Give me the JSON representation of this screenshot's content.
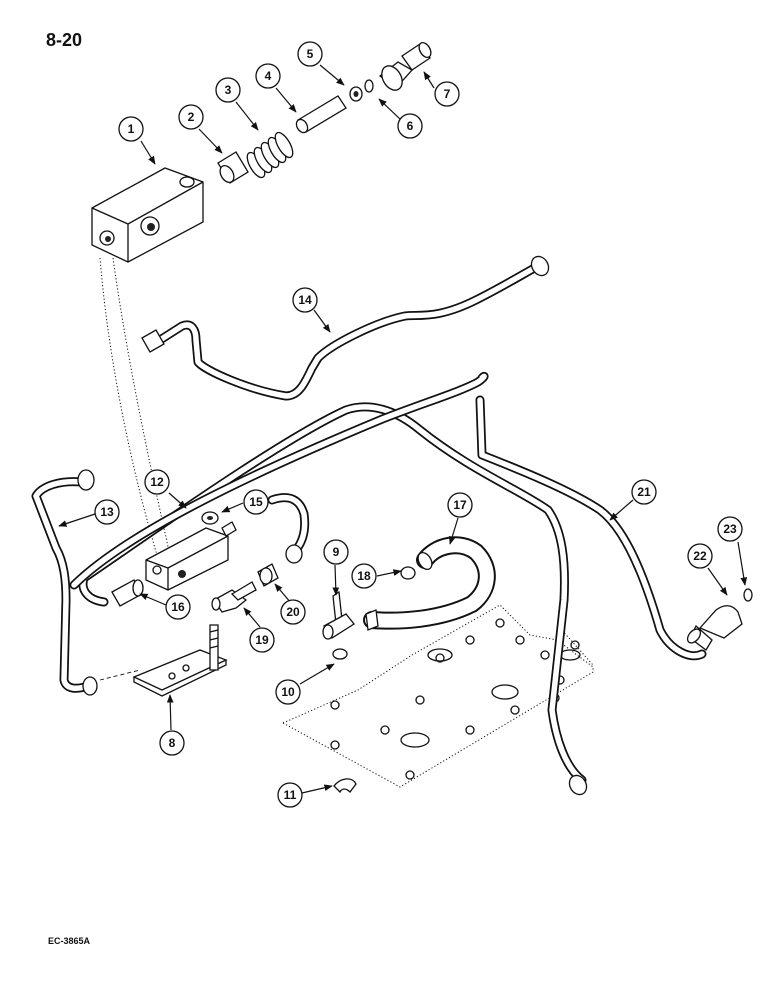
{
  "page": {
    "number": "8-20",
    "drawing_code": "EC-3865A"
  },
  "callouts": [
    "1",
    "2",
    "3",
    "4",
    "5",
    "6",
    "7",
    "8",
    "9",
    "10",
    "11",
    "12",
    "13",
    "14",
    "15",
    "16",
    "17",
    "18",
    "19",
    "20",
    "21",
    "22",
    "23"
  ]
}
